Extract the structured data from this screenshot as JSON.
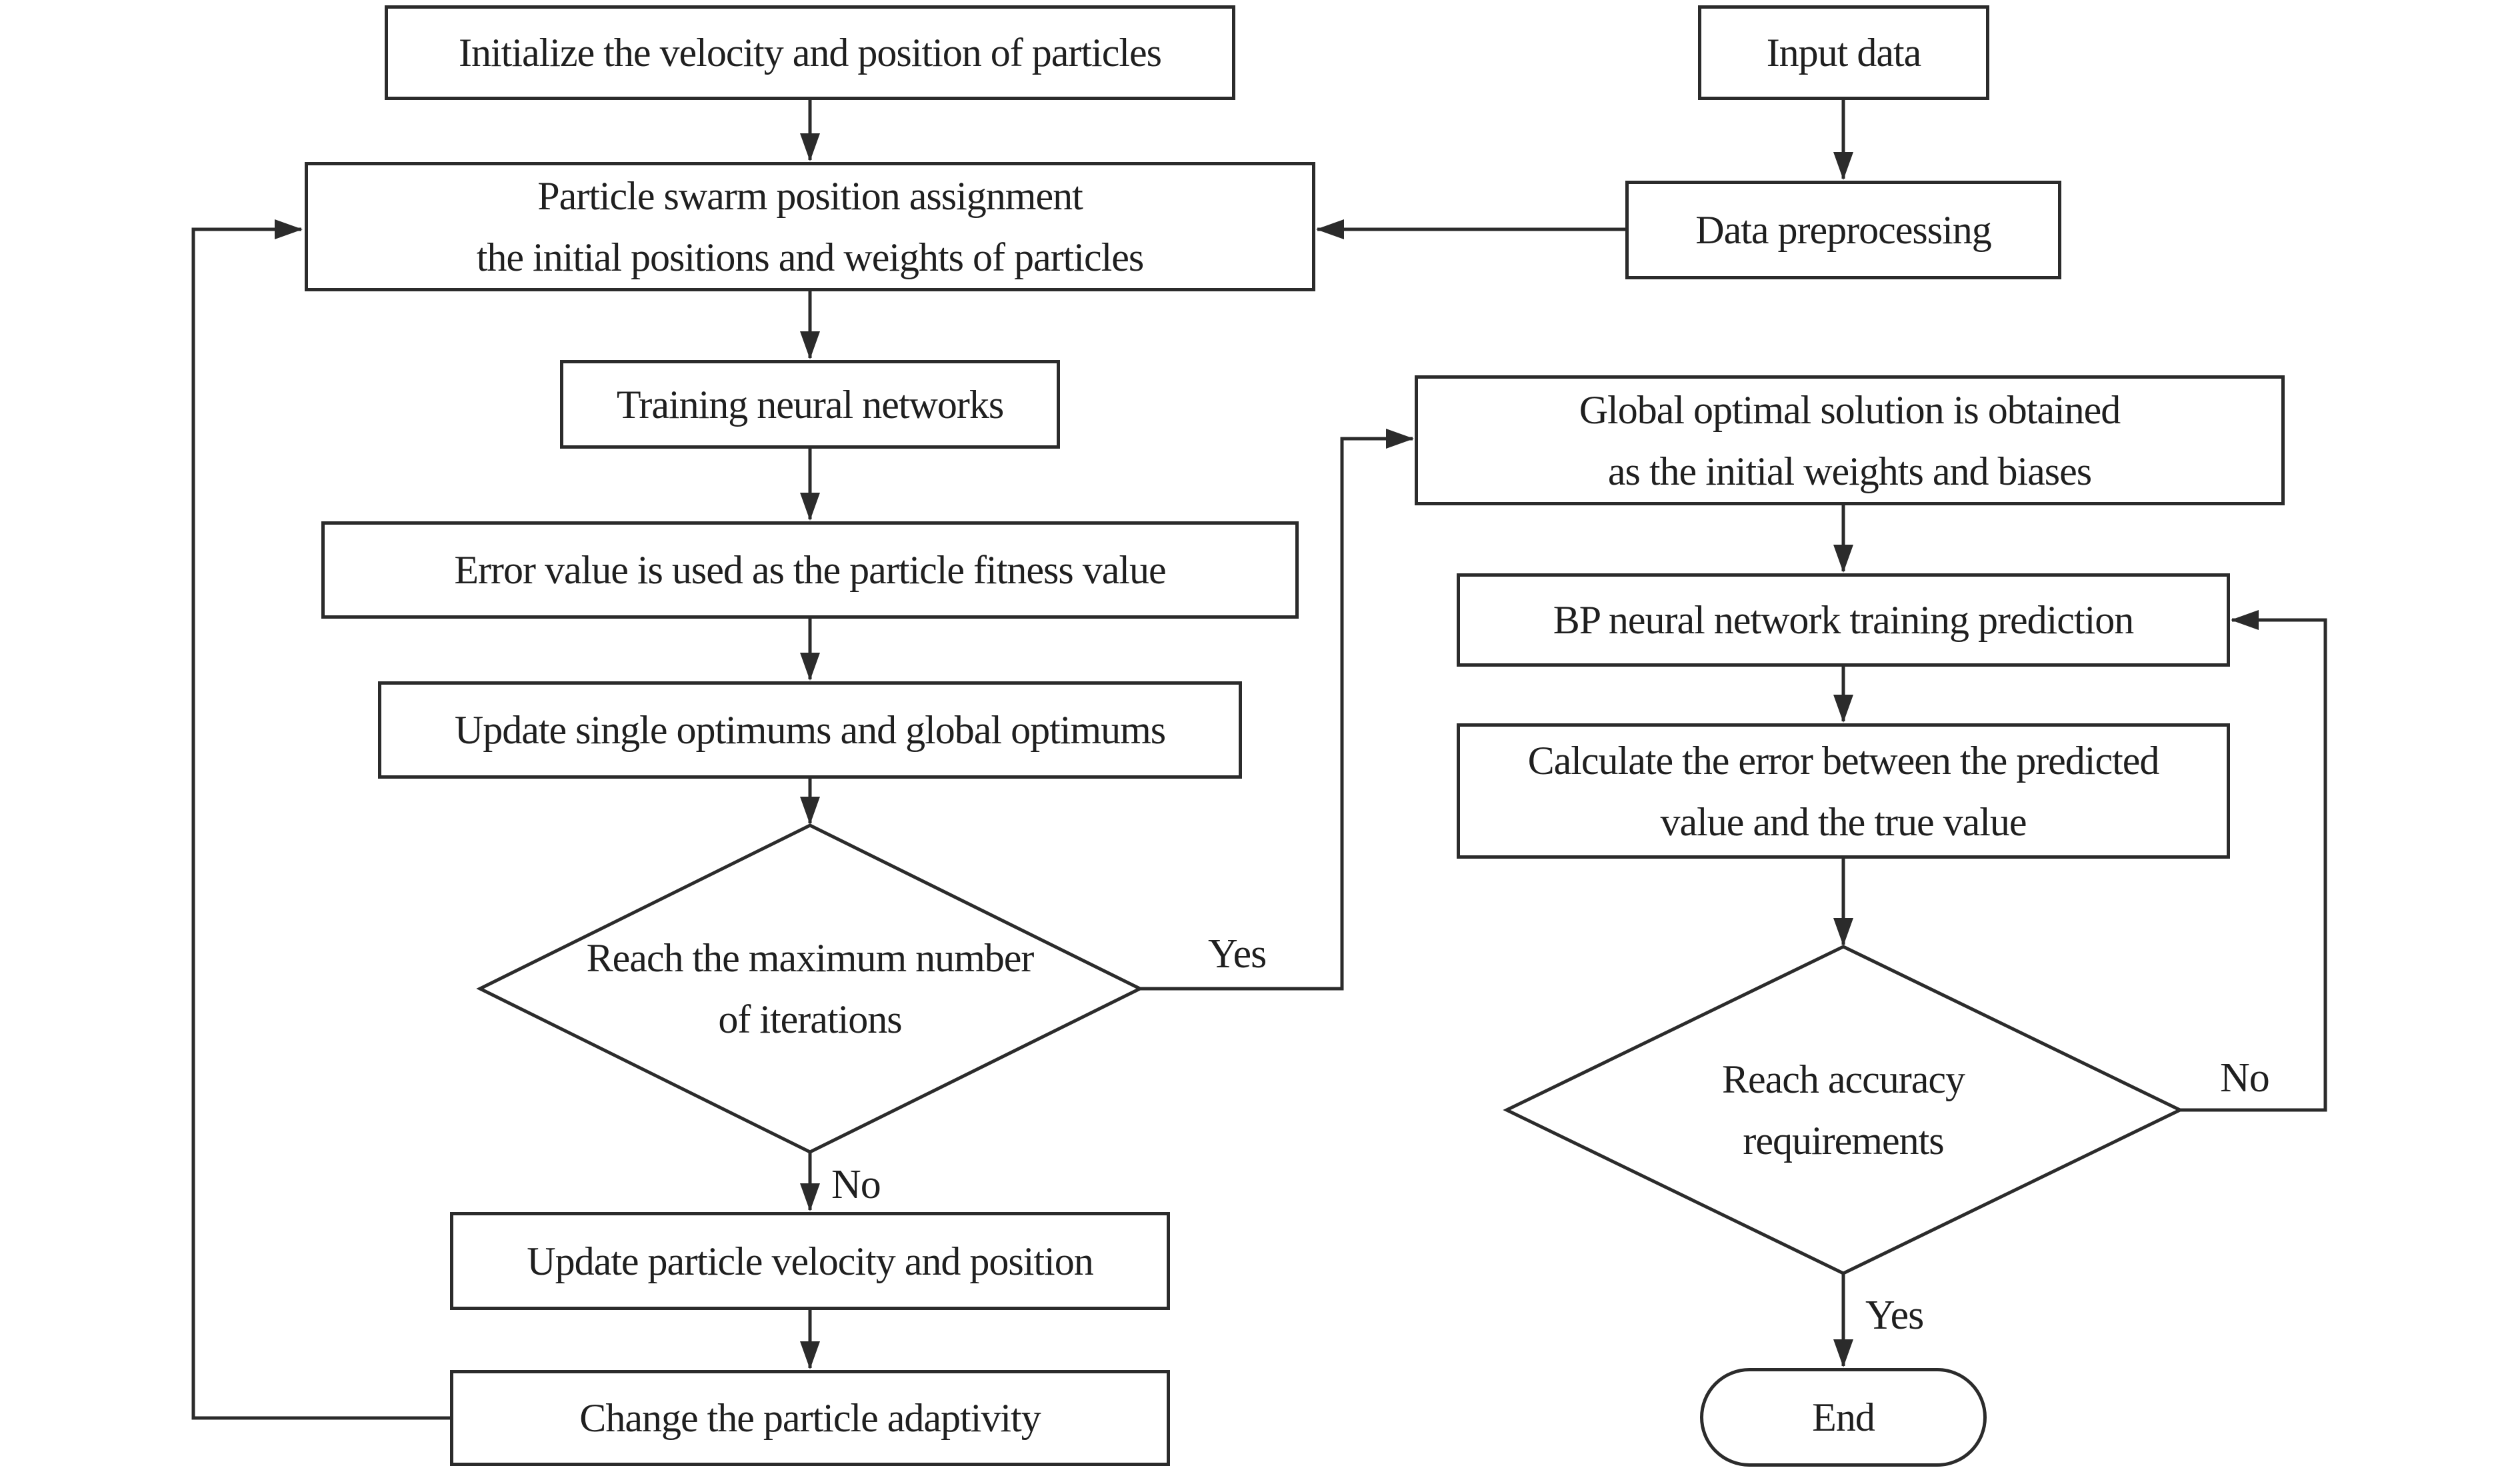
{
  "diagram": {
    "title_hint": "PSO-BP neural network flowchart",
    "background_color": "#ffffff",
    "line_color": "#2b2b2b",
    "nodes": {
      "init": {
        "text": "Initialize the velocity and position of particles"
      },
      "pso_assignment": {
        "line1": "Particle swarm position assignment",
        "line2": "the initial positions and weights of particles"
      },
      "training": {
        "text": "Training neural networks"
      },
      "fitness": {
        "text": "Error value is used as the particle fitness value"
      },
      "update_optimums": {
        "text": "Update single optimums and global optimums"
      },
      "iteration_decision": {
        "line1": "Reach the maximum number",
        "line2": "of iterations"
      },
      "update_velocity": {
        "text": "Update particle velocity and position"
      },
      "change_adaptivity": {
        "text": "Change the particle adaptivity"
      },
      "input_data": {
        "text": "Input data"
      },
      "preprocessing": {
        "text": "Data preprocessing"
      },
      "global_optimal": {
        "line1": "Global optimal solution is obtained",
        "line2": "as the initial weights and biases"
      },
      "bp_training": {
        "text": "BP neural network training prediction"
      },
      "calc_error": {
        "line1": "Calculate the error between the predicted",
        "line2": "value and the true value"
      },
      "accuracy_decision": {
        "line1": "Reach accuracy",
        "line2": "requirements"
      },
      "end": {
        "text": "End"
      }
    },
    "edge_labels": {
      "iteration_yes": "Yes",
      "iteration_no": "No",
      "accuracy_no": "No",
      "accuracy_yes": "Yes"
    }
  }
}
